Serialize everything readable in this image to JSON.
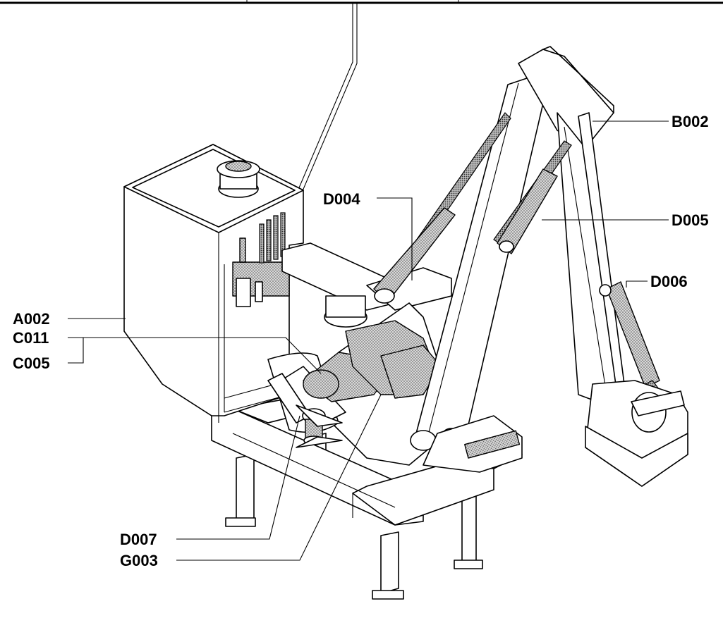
{
  "diagram": {
    "labels": {
      "b002": "B002",
      "d004": "D004",
      "d005": "D005",
      "d006": "D006",
      "a002": "A002",
      "c011": "C011",
      "c005": "C005",
      "d007": "D007",
      "g003": "G003"
    },
    "colors": {
      "line": "#000000",
      "background": "#ffffff",
      "shading": "#9a9a9a"
    }
  }
}
